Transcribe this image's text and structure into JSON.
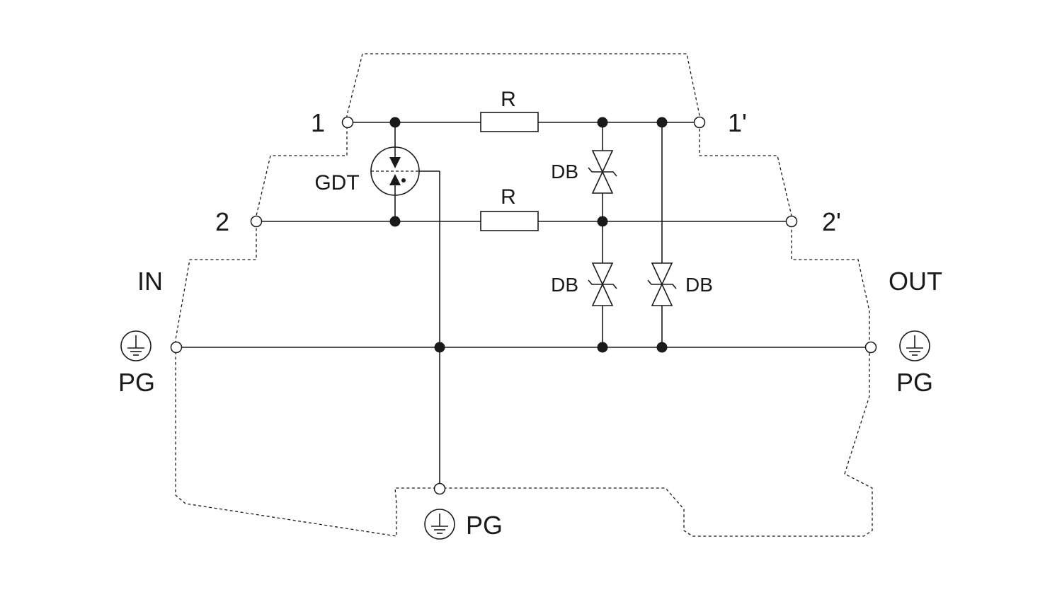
{
  "labels": {
    "terminal_1": "1",
    "terminal_1_prime": "1'",
    "terminal_2": "2",
    "terminal_2_prime": "2'",
    "in": "IN",
    "out": "OUT",
    "resistor_top": "R",
    "resistor_bottom": "R",
    "gdt": "GDT",
    "db_top": "DB",
    "db_bottom_left": "DB",
    "db_bottom_right": "DB",
    "pg_left": "PG",
    "pg_right": "PG",
    "pg_bottom": "PG"
  },
  "icons": {
    "ground": "protective-ground-icon",
    "gas_discharge_tube": "gdt-icon",
    "bidirectional_diode": "tvs-diode-icon",
    "resistor": "resistor-icon"
  },
  "colors": {
    "line": "#1a1a1a",
    "background": "#ffffff"
  }
}
